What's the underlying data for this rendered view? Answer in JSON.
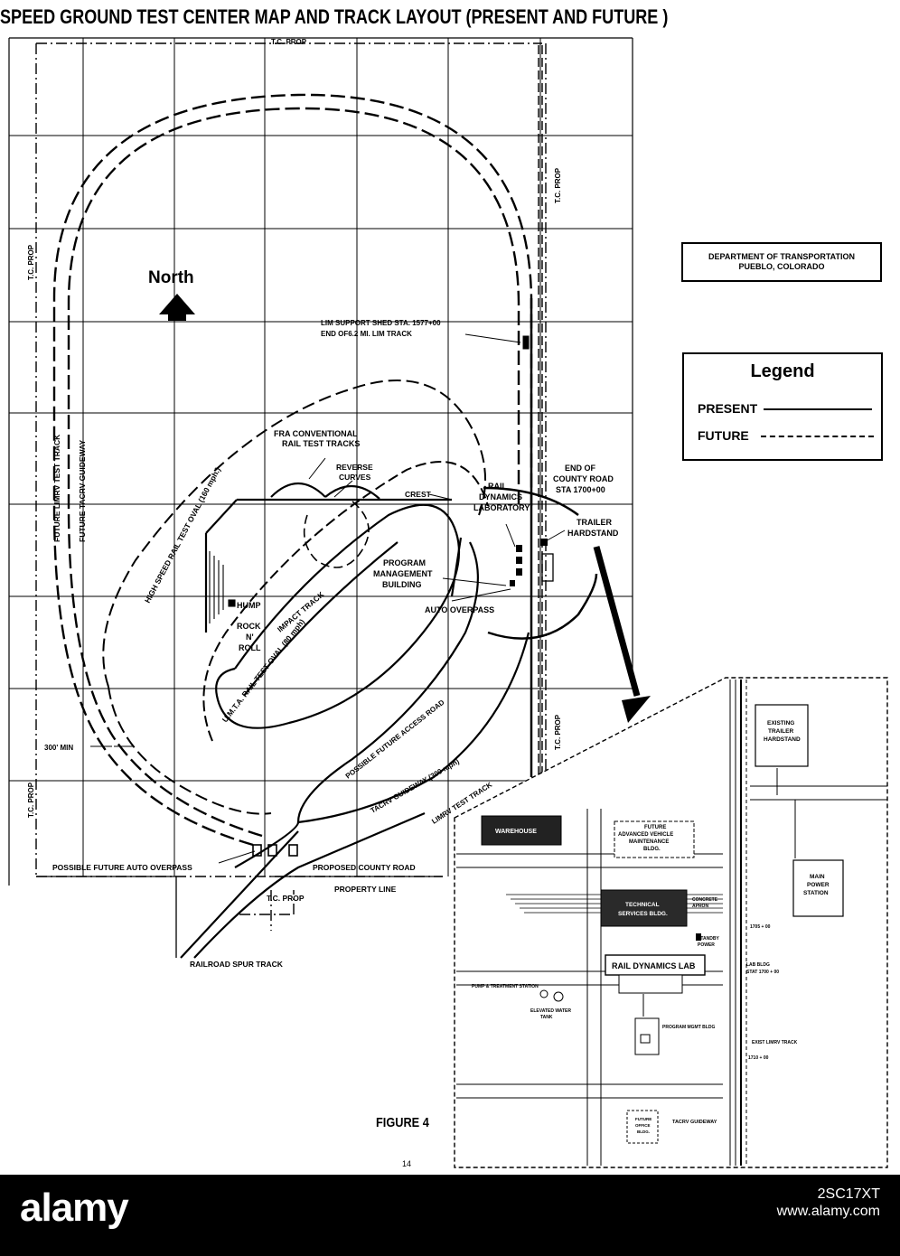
{
  "title": "SPEED GROUND TEST CENTER MAP AND TRACK LAYOUT (PRESENT AND FUTURE )",
  "department": {
    "line1": "DEPARTMENT OF TRANSPORTATION",
    "line2": "PUEBLO, COLORADO"
  },
  "legend": {
    "title": "Legend",
    "present": "PRESENT",
    "future": "FUTURE"
  },
  "north_label": "North",
  "labels": {
    "tc_prop": "T.C. PROP",
    "lim_shed": "LIM SUPPORT SHED  STA. 1577+00",
    "lim_end": "END OF6.2 MI. LIM TRACK",
    "fra_1": "FRA CONVENTIONAL",
    "fra_2": "RAIL TEST TRACKS",
    "reverse_1": "REVERSE",
    "reverse_2": "CURVES",
    "crest": "CREST",
    "rail_dyn_1": "RAIL",
    "rail_dyn_2": "DYNAMICS",
    "rail_dyn_3": "LABORATORY",
    "county_1": "END OF",
    "county_2": "COUNTY ROAD",
    "county_3": "STA 1700+00",
    "trailer_1": "TRAILER",
    "trailer_2": "HARDSTAND",
    "program_1": "PROGRAM",
    "program_2": "MANAGEMENT",
    "program_3": "BUILDING",
    "auto_overpass": "AUTO OVERPASS",
    "hump": "HUMP",
    "rock_1": "ROCK",
    "rock_2": "N'",
    "rock_3": "ROLL",
    "impact": "IMPACT TRACK",
    "umta": "U.M.T.A. RAIL TEST OVAL (80 mph)",
    "high_speed": "HIGH SPEED RAIL TEST OVAL (160 mph.)",
    "future_limrv": "FUTURE LIMRV TEST TRACK",
    "future_tacrv": "FUTURE TACRV GUIDEWAY",
    "access_road": "POSSIBLE FUTURE ACCESS ROAD",
    "tacrv_guide": "TACRV  GUIDEWAY (300 mph)",
    "limrv_test": "LIMRV TEST TRACK",
    "min_300": "300' MIN",
    "possible_overpass": "POSSIBLE FUTURE AUTO OVERPASS",
    "proposed_road": "PROPOSED COUNTY ROAD",
    "property_line": "PROPERTY LINE",
    "railroad_spur": "RAILROAD SPUR TRACK"
  },
  "inset": {
    "existing_trailer": [
      "EXISTING",
      "TRAILER",
      "HARDSTAND"
    ],
    "main_power": [
      "MAIN",
      "POWER",
      "STATION"
    ],
    "warehouse": "WAREHOUSE",
    "future_avm": [
      "FUTURE",
      "ADVANCED VEHICLE",
      "MAINTENANCE",
      "BLDG."
    ],
    "technical": [
      "TECHNICAL",
      "SERVICES BLDG."
    ],
    "concrete": [
      "CONCRETE",
      "APRON"
    ],
    "standby": [
      "STANDBY",
      "POWER"
    ],
    "rail_dyn_lab": "RAIL DYNAMICS LAB",
    "pump": "PUMP & TREATMENT STATION",
    "water": [
      "ELEVATED WATER",
      "TANK"
    ],
    "program_mgmt": "PROGRAM MGMT BLDG",
    "sta_1705": "1705 + 00",
    "lab_bldg": [
      "LAB BLDG",
      "STAT 1700 + 00"
    ],
    "exist_limrv": "EXIST LIMRV TRACK",
    "sta_1710": "1710 + 00",
    "future_office": [
      "FUTURE",
      "OFFICE",
      "BLDG."
    ],
    "tacrv_guideway": "TACRV GUIDEWAY"
  },
  "figure": "FIGURE 4",
  "page_number": "14",
  "watermark": {
    "logo": "alamy",
    "code_line1": "2SC17XT",
    "code_line2": "www.alamy.com"
  }
}
